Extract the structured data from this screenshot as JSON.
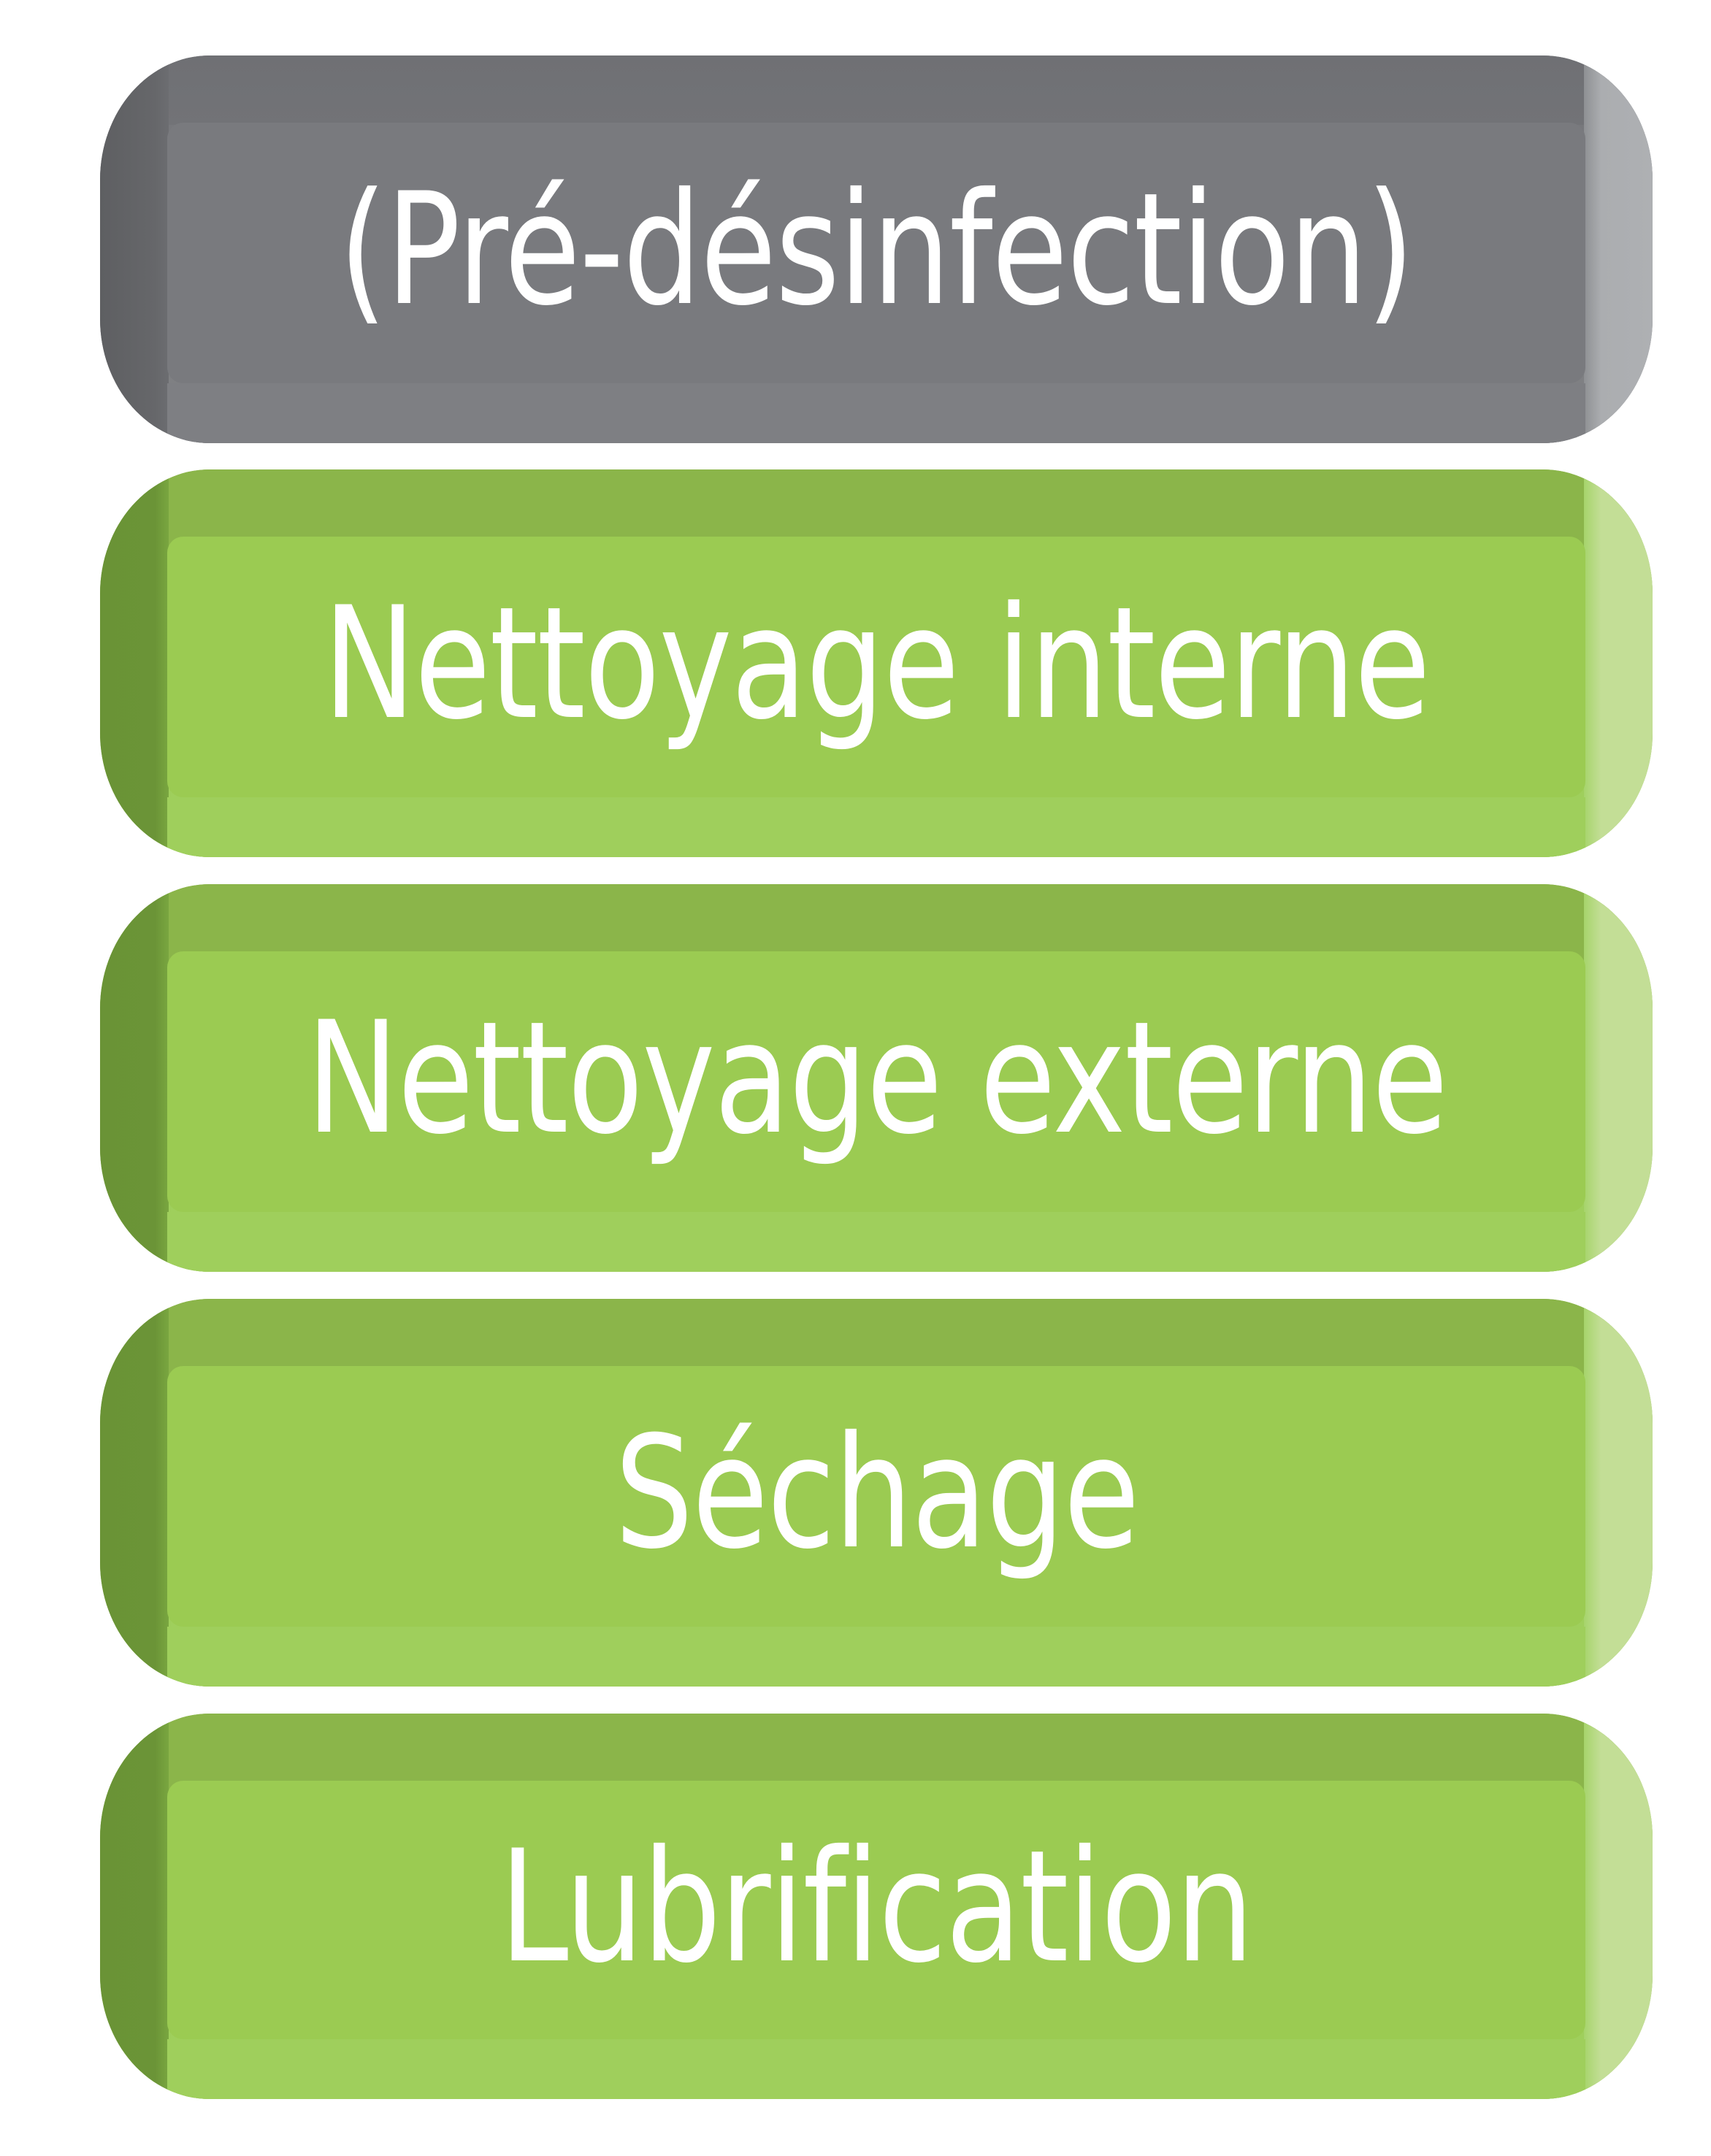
{
  "diagram": {
    "type": "process-steps-stack",
    "steps": [
      {
        "label": "(Pré-désinfection)",
        "theme": "gray",
        "optional": true
      },
      {
        "label": "Nettoyage interne",
        "theme": "green"
      },
      {
        "label": "Nettoyage externe",
        "theme": "green"
      },
      {
        "label": "Séchage",
        "theme": "green"
      },
      {
        "label": "Lubrification",
        "theme": "green"
      }
    ]
  },
  "colors": {
    "gray_face": "#797a7e",
    "gray_bevel_left": "#5f6063",
    "gray_bevel_right": "#abadb0",
    "green_face": "#9bcb52",
    "green_bevel_top": "#8bb54a",
    "green_bevel_left": "#6b9437",
    "green_bevel_right": "#c3de96",
    "text": "#ffffff",
    "background": "#ffffff"
  }
}
